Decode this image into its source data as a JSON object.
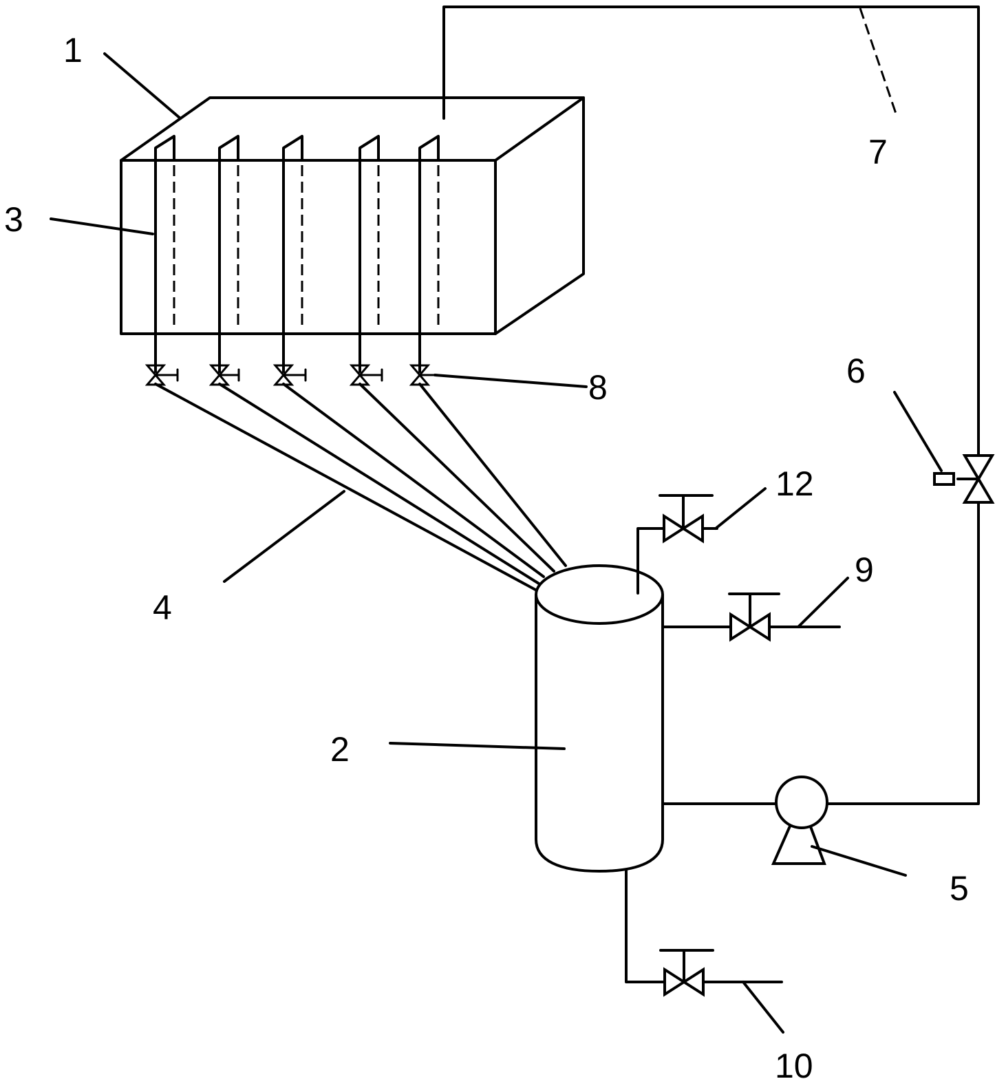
{
  "labels": {
    "tank": "1",
    "collector": "2",
    "pipes_in_tank": "3",
    "connecting_pipes": "4",
    "pump": "5",
    "control_valve": "6",
    "return_line": "7",
    "branch_valves": "8",
    "side_outlet": "9",
    "bottom_drain": "10",
    "top_vent": "12"
  }
}
